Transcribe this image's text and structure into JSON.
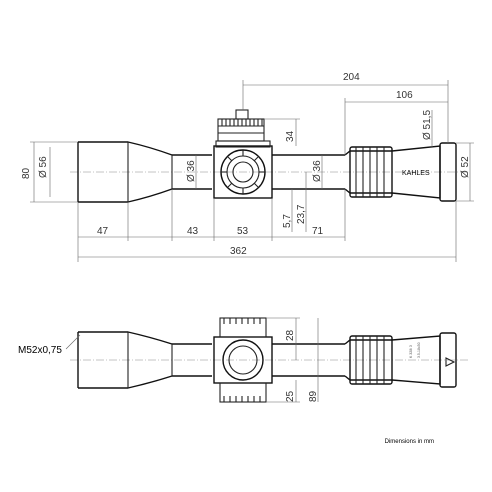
{
  "dimensions": {
    "top": {
      "d204": "204",
      "d106": "106",
      "d34": "34",
      "d51_5": "51,5",
      "d80": "80",
      "d56": "56",
      "d36a": "36",
      "d36b": "36",
      "d52": "52",
      "d5_7": "5,7",
      "d23_7": "23,7",
      "d47": "47",
      "d43": "43",
      "d53": "53",
      "d71": "71",
      "d362": "362"
    },
    "bottom": {
      "d28": "28",
      "d25": "25",
      "d89": "89",
      "thread": "M52x0,75"
    },
    "diameter_symbol": "Ø"
  },
  "markings": {
    "brand": "KAHLES",
    "scale_small": "K 328i 3",
    "scale_small2": "3.5-18x50"
  },
  "footer": {
    "note": "Dimensions in mm"
  }
}
